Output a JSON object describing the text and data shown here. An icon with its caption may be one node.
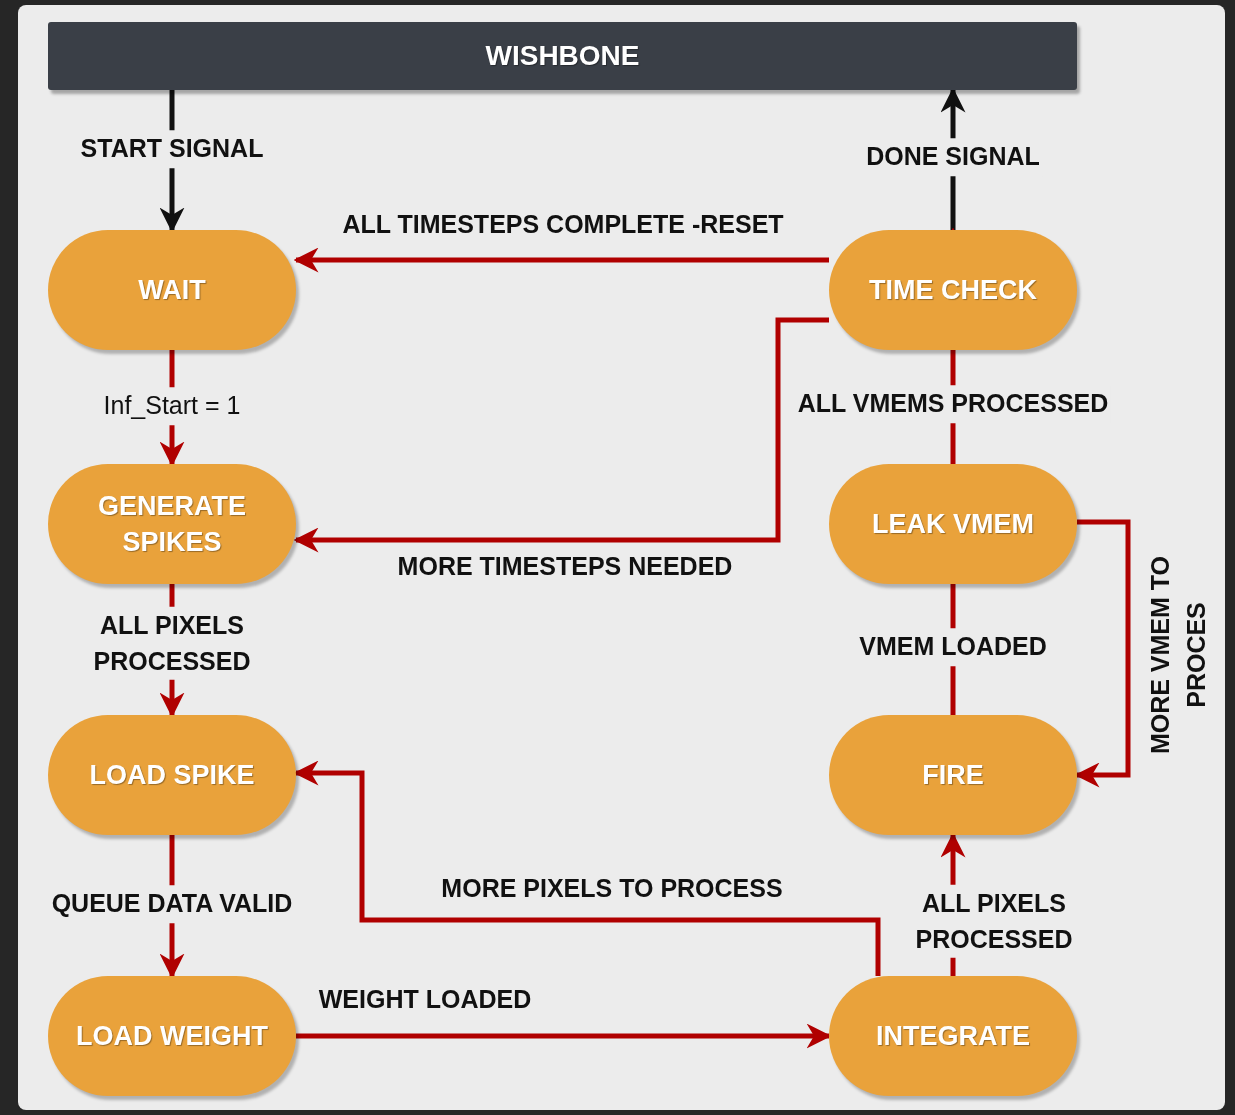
{
  "diagram": {
    "nodes": [
      {
        "text": [
          "WISHBONE"
        ]
      },
      {
        "text": [
          "WAIT"
        ]
      },
      {
        "text": [
          "TIME CHECK"
        ]
      },
      {
        "text": [
          "GENERATE SPIKES"
        ]
      },
      {
        "text": [
          "LEAK VMEM"
        ]
      },
      {
        "text": [
          "LOAD SPIKE"
        ]
      },
      {
        "text": [
          "FIRE"
        ]
      },
      {
        "text": [
          "LOAD WEIGHT"
        ]
      },
      {
        "text": [
          "INTEGRATE"
        ]
      }
    ],
    "edges": [
      {
        "from": 0,
        "to": 1,
        "arrow": "to",
        "label": "START SIGNAL",
        "color": "#111111"
      },
      {
        "from": 2,
        "to": 0,
        "arrow": "to",
        "label": "DONE SIGNAL",
        "color": "#111111"
      },
      {
        "from": 2,
        "to": 1,
        "arrow": "to",
        "label": "ALL TIMESTEPS COMPLETE -RESET"
      },
      {
        "from": 2,
        "to": 3,
        "arrow": "to",
        "label": "MORE TIMESTEPS NEEDED"
      },
      {
        "from": 1,
        "to": 3,
        "arrow": "to",
        "label": "Inf_Start = 1"
      },
      {
        "from": 3,
        "to": 5,
        "arrow": "to",
        "label": "ALL PIXELS PROCESSED"
      },
      {
        "from": 5,
        "to": 7,
        "arrow": "to",
        "label": "QUEUE DATA VALID"
      },
      {
        "from": 7,
        "to": 8,
        "arrow": "to",
        "label": "WEIGHT LOADED"
      },
      {
        "from": 8,
        "to": 5,
        "arrow": "to",
        "label": "MORE PIXELS TO PROCESS"
      },
      {
        "from": 8,
        "to": 6,
        "arrow": "to",
        "label": "ALL PIXELS PROCESSED"
      },
      {
        "from": 6,
        "to": 4,
        "arrow": "to",
        "label": "VMEM LOADED"
      },
      {
        "from": 4,
        "to": 2,
        "arrow": "to",
        "label": "ALL VMEMS PROCESSED"
      },
      {
        "from": 4,
        "to": 6,
        "arrow": "to",
        "label": "MORE VMEM TO PROCES"
      }
    ]
  }
}
